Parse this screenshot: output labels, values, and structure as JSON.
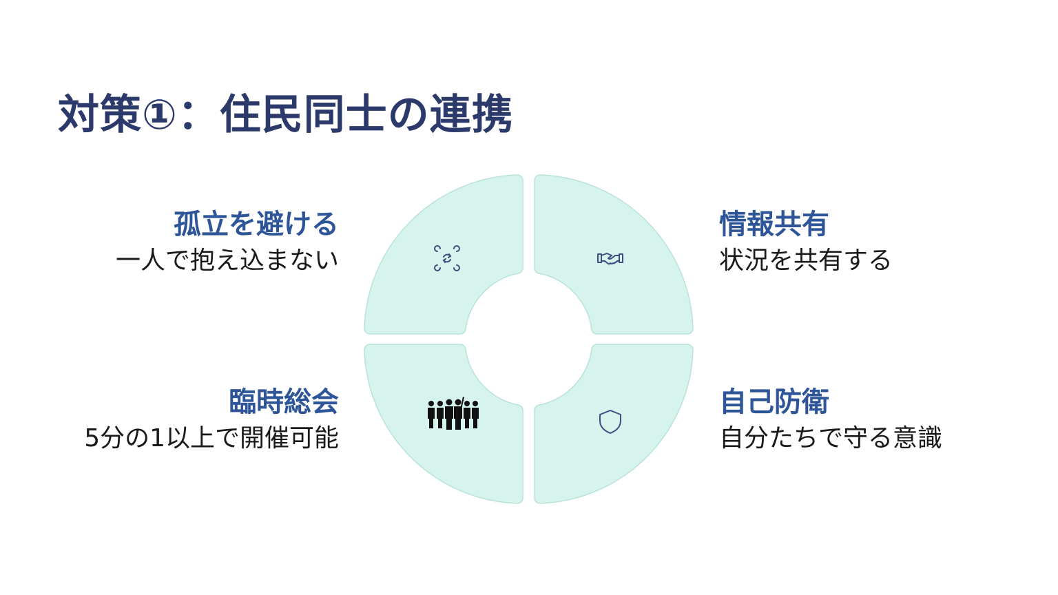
{
  "title": "対策①：住民同士の連携",
  "colors": {
    "title": "#2b3a6b",
    "heading": "#2e5597",
    "segment_fill": "#d6f3ed",
    "segment_stroke": "#b8e3d9",
    "icon": "#3b4e80"
  },
  "segments": [
    {
      "position": "top-left",
      "heading": "孤立を避ける",
      "text": "一人で抱え込まない",
      "icon": "cycle-arrows-icon"
    },
    {
      "position": "top-right",
      "heading": "情報共有",
      "text": "状況を共有する",
      "icon": "handshake-icon"
    },
    {
      "position": "bottom-left",
      "heading": "臨時総会",
      "text": "5分の1以上で開催可能",
      "icon": "group-of-people-icon"
    },
    {
      "position": "bottom-right",
      "heading": "自己防衛",
      "text": "自分たちで守る意識",
      "icon": "shield-icon"
    }
  ]
}
